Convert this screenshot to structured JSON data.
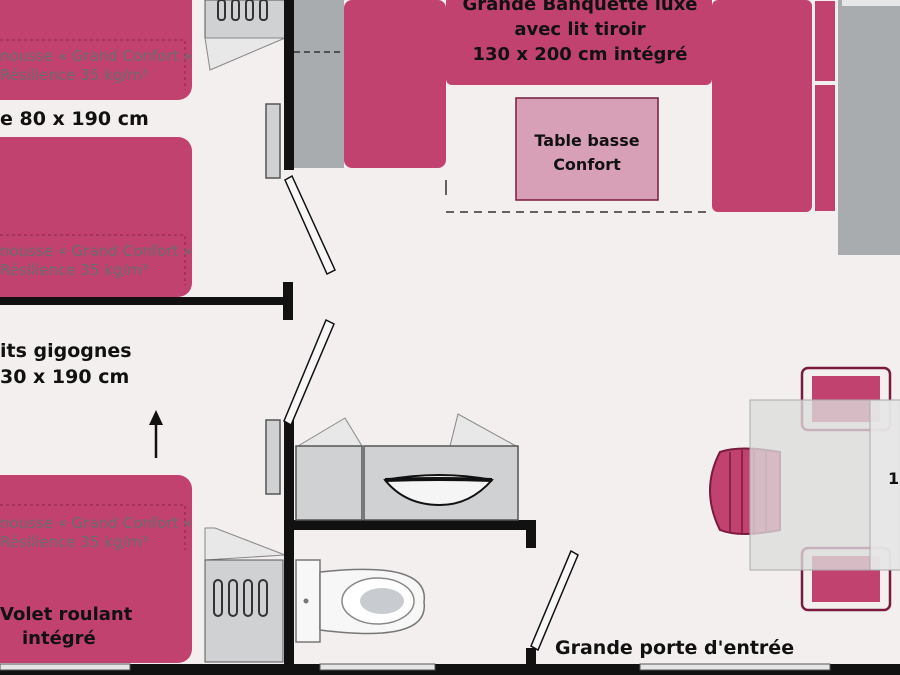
{
  "colors": {
    "background": "#f2efee",
    "magenta": "#c1426f",
    "magenta_dark": "#7a1a3f",
    "pink_light": "#d7a0b7",
    "wall": "#111111",
    "grey": "#a9acae",
    "grey_light": "#cfd1d2",
    "table_glass": "#dcdcdc"
  },
  "labels": {
    "banquette_line1": "Grande Banquette luxe",
    "banquette_line2": "avec lit tiroir",
    "banquette_line3": "130 x 200 cm intégré",
    "table_line1": "Table basse",
    "table_line2": "Confort",
    "bed_top_size": "e 80 x 190 cm",
    "bunk_line1": "its gigognes",
    "bunk_line2": "30 x 190 cm",
    "shutter_line1": "Volet roulant",
    "shutter_line2": "intégré",
    "entrance": "Grande porte d'entrée",
    "table_number": "1"
  },
  "mattress": {
    "foam_label": "nousse « Grand Confort »",
    "resilience_label": "Résilience 35 kg/m³"
  },
  "icons": {
    "arrow": "arrow-up-icon",
    "toilet": "toilet-icon",
    "radiator": "radiator-icon"
  }
}
